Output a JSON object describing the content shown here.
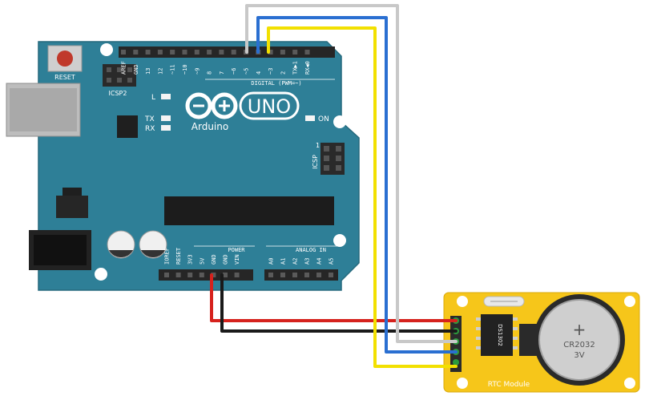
{
  "board": {
    "reset_label": "RESET",
    "icsp2_label": "ICSP2",
    "icsp_label": "ICSP",
    "icsp_pin1": "1",
    "brand_name": "Arduino",
    "model_name": "UNO",
    "led_l": "L",
    "led_tx": "TX",
    "led_rx": "RX",
    "led_on": "ON",
    "digital_header_label": "DIGITAL (PWM=~)",
    "digital_pins": [
      "AREF",
      "GND",
      "13",
      "12",
      "~11",
      "~10",
      "~9",
      "8",
      "7",
      "~6",
      "~5",
      "4",
      "~3",
      "2",
      "TX▶1",
      "RX◀0"
    ],
    "power_header_label": "POWER",
    "power_pins": [
      "IOREF",
      "RESET",
      "3V3",
      "5V",
      "GND",
      "GND",
      "VIN"
    ],
    "analog_header_label": "ANALOG IN",
    "analog_pins": [
      "A0",
      "A1",
      "A2",
      "A3",
      "A4",
      "A5"
    ],
    "color": "#2e7f97"
  },
  "rtc_module": {
    "name": "RTC Module",
    "chip_label": "DS1302",
    "battery_label": "CR2032",
    "battery_voltage": "3V",
    "battery_polarity": "+",
    "color": "#f6c61a"
  },
  "wires": [
    {
      "name": "vcc-wire",
      "color": "#d6221d"
    },
    {
      "name": "gnd-wire",
      "color": "#1a1a1a"
    },
    {
      "name": "clk-wire",
      "color": "#c8c8c8"
    },
    {
      "name": "dat-wire",
      "color": "#2a6fd1"
    },
    {
      "name": "rst-wire",
      "color": "#f2e000"
    }
  ]
}
